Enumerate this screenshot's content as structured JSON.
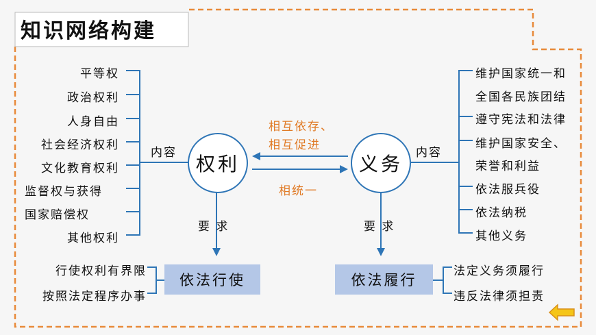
{
  "title": "知识网络构建",
  "rights": {
    "label": "权利",
    "content_label": "内容",
    "items": [
      "平等权",
      "政治权利",
      "人身自由",
      "社会经济权利",
      "文化教育权利",
      "监督权与获得",
      "国家赔偿权",
      "其他权利"
    ],
    "require_label": "要 求",
    "action": "依法行使",
    "requirements": [
      "行使权利有界限",
      "按照法定程序办事"
    ]
  },
  "duties": {
    "label": "义务",
    "content_label": "内容",
    "items": [
      "维护国家统一和",
      "全国各民族团结",
      "遵守宪法和法律",
      "维护国家安全、",
      "荣誉和利益",
      "依法服兵役",
      "依法纳税",
      "其他义务"
    ],
    "require_label": "要 求",
    "action": "依法履行",
    "requirements": [
      "法定义务须履行",
      "违反法律须担责"
    ]
  },
  "relation": {
    "top_line1": "相互依存、",
    "top_line2": "相互促进",
    "bottom": "相统一"
  },
  "colors": {
    "accent_blue": "#2e75b6",
    "orange": "#e07a25",
    "box_fill": "#b4c7e7"
  },
  "nav": {
    "back_icon": "left-arrow-icon"
  }
}
